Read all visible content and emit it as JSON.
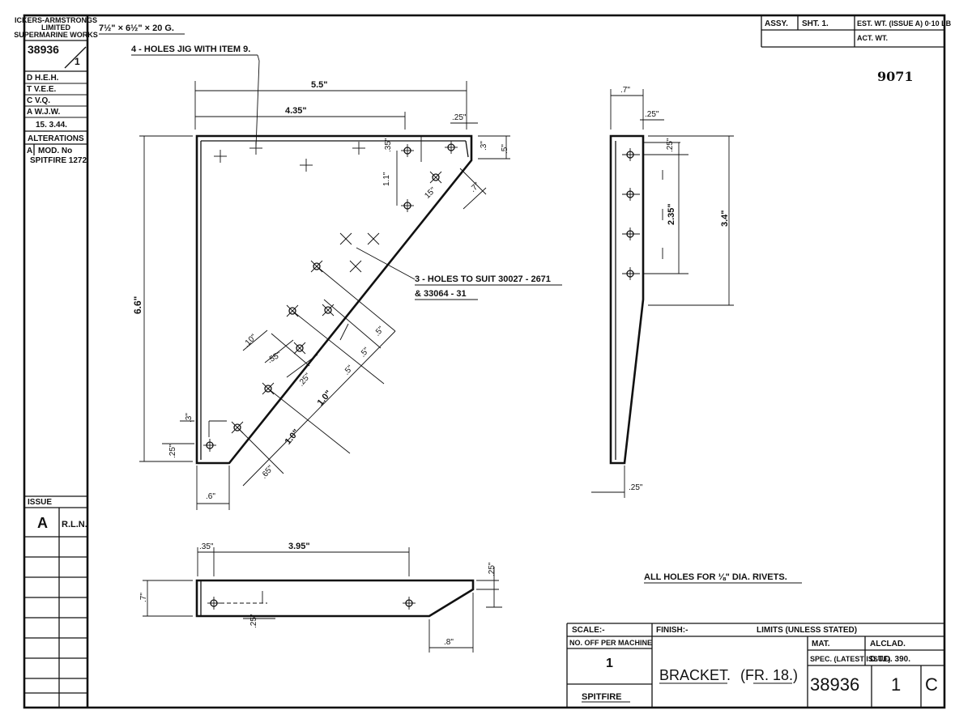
{
  "title_block_left": {
    "company": [
      "ICKERS-ARMSTRONGS",
      "LIMITED",
      "SUPERMARINE WORKS"
    ],
    "drawing_no": "38936",
    "sheet_no": "1",
    "signatures": [
      "D  H.E.H.",
      "T  V.E.E.",
      "C  V.Q.",
      "A  W.J.W."
    ],
    "date": "15. 3.44.",
    "alterations_label": "ALTERATIONS",
    "alteration_ref": "A",
    "alteration_text": [
      "MOD. No",
      "SPITFIRE 1272"
    ],
    "issue_label": "ISSUE",
    "issue_letter": "A",
    "issue_initials": "R.L.N."
  },
  "header": {
    "stock_size": "7½\" × 6½\" × 20 G.",
    "assy": "ASSY.",
    "sheet": "SHT. 1.",
    "est_wt": "EST. WT. (ISSUE A) 0·10 LB",
    "act_wt": "ACT. WT.",
    "ref_number": "9071"
  },
  "notes": {
    "jig_holes": "4 - HOLES JIG WITH ITEM 9.",
    "suit_holes_1": "3 - HOLES TO SUIT 30027 - 2671",
    "suit_holes_2": "& 33064 - 31",
    "rivets": "ALL HOLES FOR ⅛\" DIA. RIVETS."
  },
  "dimensions": {
    "main_width": "5.5\"",
    "main_inner": "4.35\"",
    "top_25": ".25\"",
    "right_35": ".35\"",
    "right_3": ".3\"",
    "right_5": ".5\"",
    "right_11": "1.1\"",
    "diag_7": ".7\"",
    "diag_15": "15\"",
    "height": "6.6\"",
    "bot_25": ".25\"",
    "bot_6": ".6\"",
    "left_3": ".3\"",
    "d10": ".10\"",
    "d55": ".55\"",
    "d25a": ".25\"",
    "d5a": ".5\"",
    "d5b": ".5\"",
    "d5c": ".5\"",
    "d10b": "1.0\"",
    "d10c": "1.0\"",
    "d65": ".65\"",
    "side_7": ".7\"",
    "side_25": ".25\"",
    "side_235": "2.35\"",
    "side_34": "3.4\"",
    "side_25b": ".25\"",
    "side_25c": ".25\"",
    "plan_35": ".35\"",
    "plan_395": "3.95\"",
    "plan_25": ".25\"",
    "plan_7": ".7\"",
    "plan_25b": ".25\"",
    "plan_8": ".8\""
  },
  "title_block": {
    "scale": "SCALE:-",
    "finish": "FINISH:-",
    "limits": "LIMITS (UNLESS STATED)",
    "no_off_label": "NO. OFF PER MACHINE",
    "no_off": "1",
    "aircraft": "SPITFIRE",
    "part_name": "BRACKET.",
    "part_location": "(FR. 18.)",
    "mat_label": "MAT.",
    "material": "ALCLAD.",
    "spec_label": "SPEC. (LATEST ISSUE)",
    "spec": "D.T.D. 390.",
    "drawing_no": "38936",
    "sheet": "1",
    "issue": "C"
  }
}
